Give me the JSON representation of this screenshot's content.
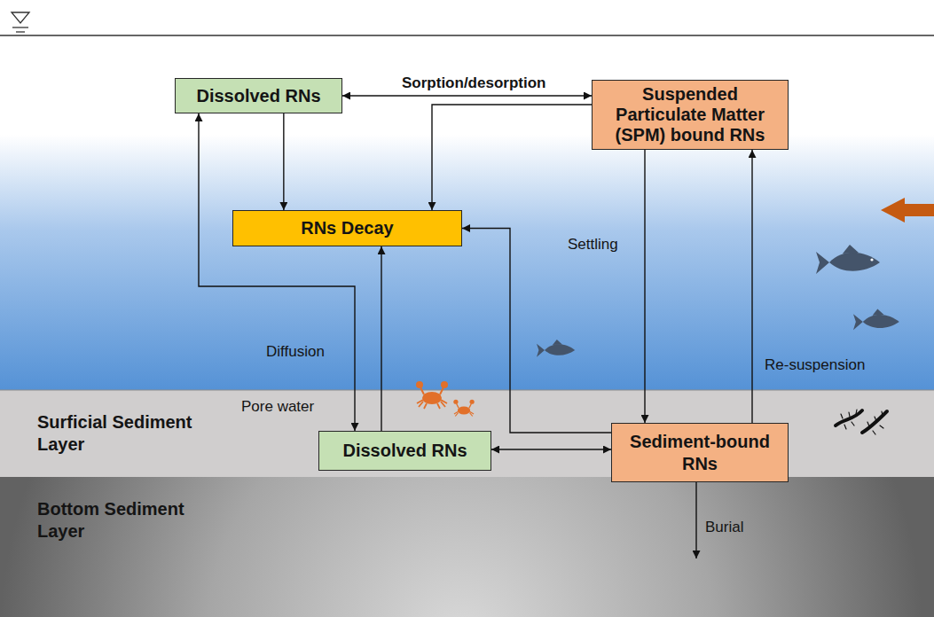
{
  "diagram": {
    "nodes": [
      {
        "text": [
          "Dissolved RNs"
        ]
      },
      {
        "text": [
          "Suspended Particulate Matter (SPM) bound RNs"
        ]
      },
      {
        "text": [
          "RNs Decay"
        ]
      },
      {
        "text": [
          "Surficial Sediment Layer"
        ]
      },
      {
        "text": [
          "Dissolved RNs"
        ],
        "in": 3
      },
      {
        "text": [
          "Sediment-bound RNs"
        ],
        "in": 3
      },
      {
        "text": [
          "Bottom Sediment Layer"
        ]
      }
    ],
    "edges": [
      {
        "from": 0,
        "to": 1,
        "label": "Sorption/desorption",
        "arrow": "both"
      },
      {
        "from": 0,
        "to": 2,
        "arrow": "to"
      },
      {
        "from": 1,
        "to": 2,
        "arrow": "to"
      },
      {
        "from": 1,
        "to": 5,
        "label": "Settling",
        "arrow": "to"
      },
      {
        "from": 5,
        "to": 1,
        "label": "Re-suspension",
        "arrow": "to"
      },
      {
        "from": 0,
        "to": 4,
        "label": "Diffusion",
        "arrow": "both"
      },
      {
        "from": 4,
        "to": 2,
        "arrow": "to"
      },
      {
        "from": 5,
        "to": 2,
        "arrow": "to"
      },
      {
        "from": 4,
        "to": 5,
        "arrow": "both"
      },
      {
        "from": 5,
        "to": 6,
        "label": "Burial",
        "arrow": "to"
      }
    ],
    "labels": [
      "Pore water"
    ]
  }
}
